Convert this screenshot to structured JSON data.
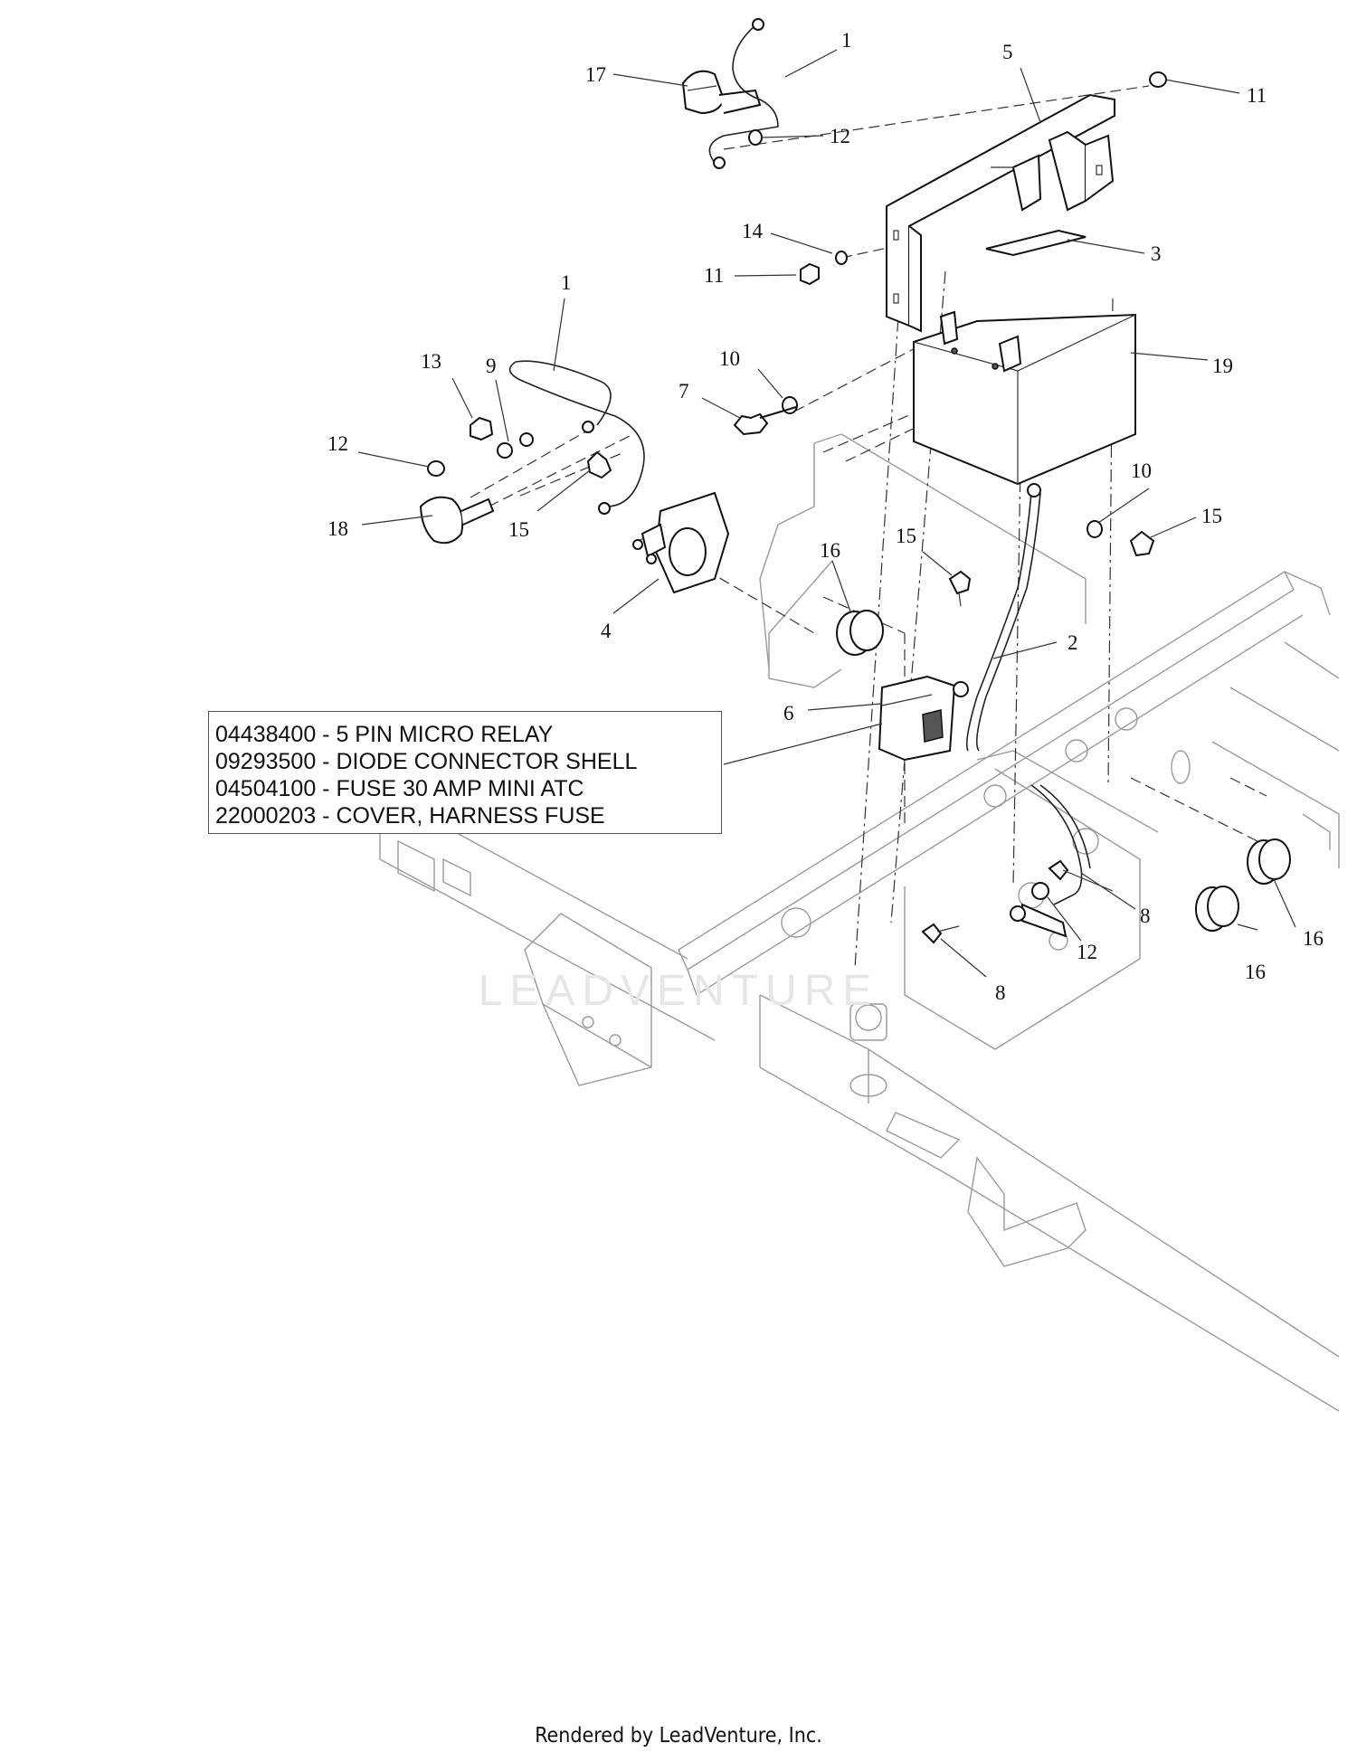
{
  "callouts": {
    "c1a": "1",
    "c17": "17",
    "c5": "5",
    "c11a": "11",
    "c12a": "12",
    "c14": "14",
    "c11b": "11",
    "c3": "3",
    "c1b": "1",
    "c19": "19",
    "c13": "13",
    "c9": "9",
    "c10a": "10",
    "c7": "7",
    "c12b": "12",
    "c18": "18",
    "c15a": "15",
    "c10b": "10",
    "c15b": "15",
    "c16a": "16",
    "c15c": "15",
    "c4": "4",
    "c2": "2",
    "c6": "6",
    "c8a": "8",
    "c12c": "12",
    "c16b": "16",
    "c16c": "16",
    "c8b": "8"
  },
  "legend": {
    "line1": "04438400 - 5 PIN MICRO RELAY",
    "line2": "09293500 - DIODE CONNECTOR SHELL",
    "line3": "04504100 - FUSE 30 AMP MINI ATC",
    "line4": "22000203 - COVER, HARNESS FUSE"
  },
  "watermark": "LEADVENTURE",
  "footer": "Rendered by LeadVenture, Inc."
}
